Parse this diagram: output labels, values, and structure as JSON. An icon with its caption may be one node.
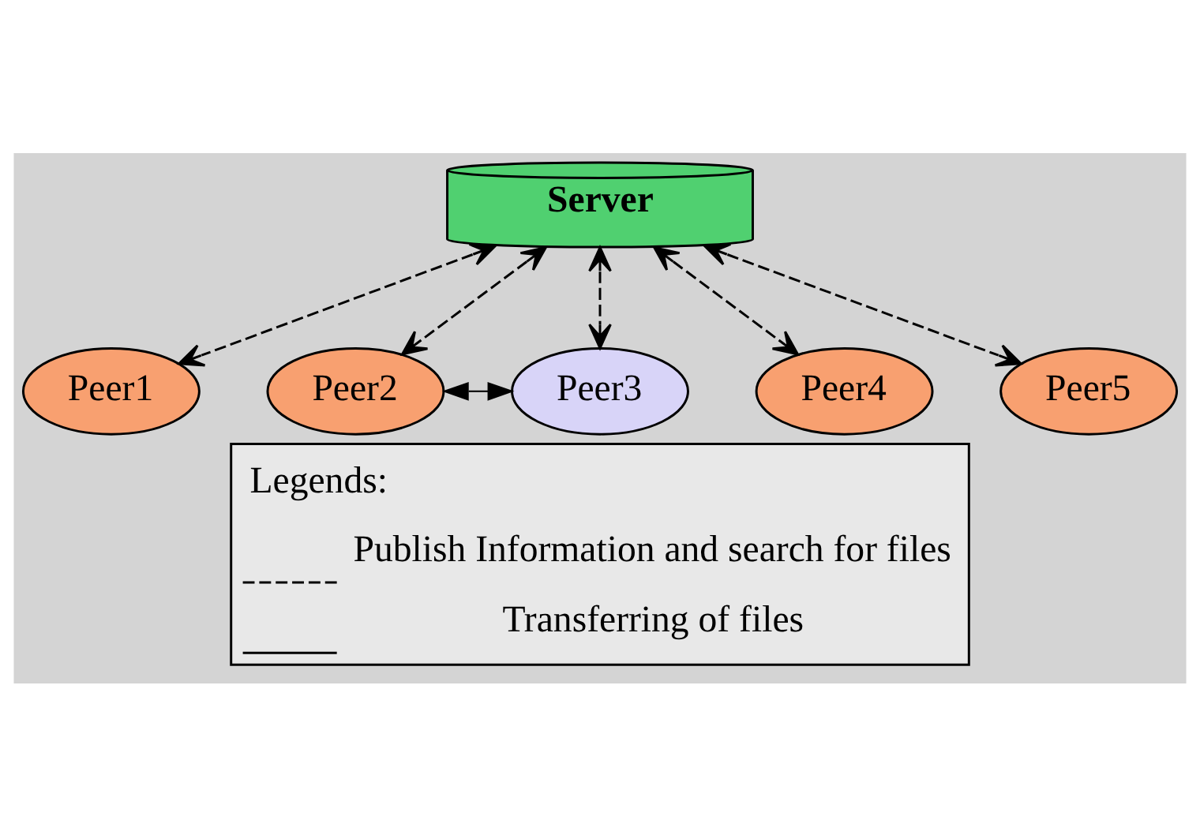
{
  "diagram": {
    "nodes": [
      {
        "text": [
          "Server"
        ]
      },
      {
        "text": [
          "Peer1"
        ]
      },
      {
        "text": [
          "Peer2"
        ]
      },
      {
        "text": [
          "Peer3"
        ]
      },
      {
        "text": [
          "Peer4"
        ]
      },
      {
        "text": [
          "Peer5"
        ]
      }
    ],
    "edges": [
      {
        "from": 0,
        "to": 1,
        "arrow": "both",
        "style": "dashed"
      },
      {
        "from": 0,
        "to": 2,
        "arrow": "both",
        "style": "dashed"
      },
      {
        "from": 0,
        "to": 3,
        "arrow": "both",
        "style": "dashed"
      },
      {
        "from": 0,
        "to": 4,
        "arrow": "both",
        "style": "dashed"
      },
      {
        "from": 0,
        "to": 5,
        "arrow": "both",
        "style": "dashed"
      },
      {
        "from": 2,
        "to": 3,
        "arrow": "both"
      }
    ],
    "labels": [
      "Legends:"
    ],
    "legend": [
      {
        "text": "Publish Information and search for files"
      },
      {
        "text": "Transferring of files"
      }
    ]
  }
}
